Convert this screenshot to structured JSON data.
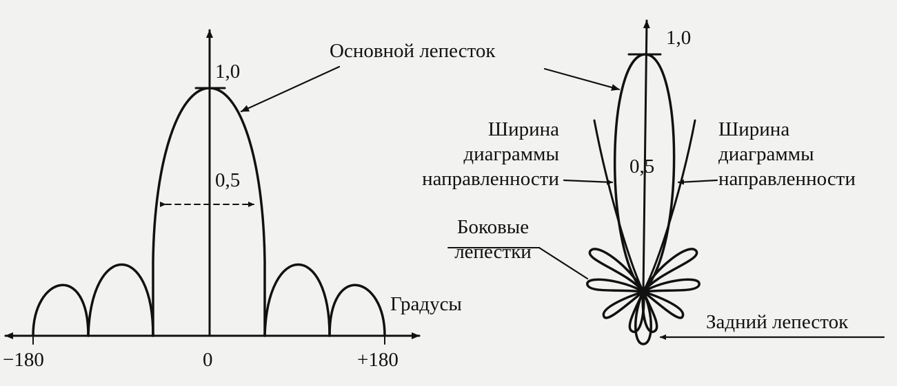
{
  "colors": {
    "ink": "#111111",
    "paper": "#f2f2f0"
  },
  "rect_plot": {
    "x_tick_min": "−180",
    "x_tick_zero": "0",
    "x_tick_max": "+180",
    "x_unit": "Градусы",
    "y_tick_max": "1,0",
    "y_tick_half": "0,5"
  },
  "polar_plot": {
    "y_tick_max": "1,0",
    "y_tick_half": "0,5"
  },
  "labels": {
    "main_lobe": "Основной лепесток",
    "beamwidth_left": [
      "Ширина",
      "диаграммы",
      "направленности"
    ],
    "beamwidth_right": [
      "Ширина",
      "диаграммы",
      "направленности"
    ],
    "side_lobes": [
      "Боковые",
      "лепестки"
    ],
    "back_lobe": "Задний лепесток"
  }
}
